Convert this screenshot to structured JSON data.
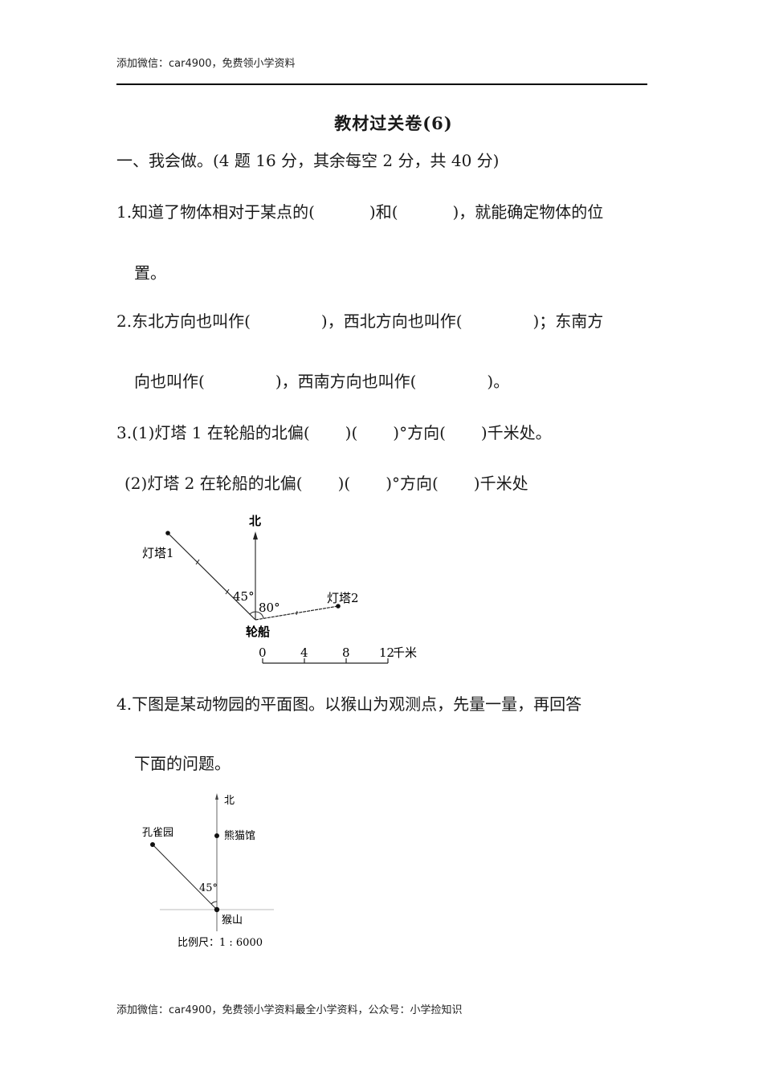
{
  "header": {
    "note": "添加微信：car4900，免费领小学资料"
  },
  "title": "教材过关卷(6)",
  "section": {
    "label": "一、我会做。(4 题 16 分，其余每空 2 分，共 40 分)"
  },
  "questions": {
    "q1": {
      "part_a": "1.知道了物体相对于某点的(",
      "part_b": ")和(",
      "part_c": ")，就能确定物体的位",
      "line2": "置。"
    },
    "q2": {
      "part_a": "2.东北方向也叫作(",
      "part_b": ")，西北方向也叫作(",
      "part_c": ")；东南方",
      "line2_a": "向也叫作(",
      "line2_b": ")，西南方向也叫作(",
      "line2_c": ")。"
    },
    "q3": {
      "sub1_a": "3.(1)灯塔 1 在轮船的北偏(",
      "sub1_b": ")(",
      "sub1_c": ")°方向(",
      "sub1_d": ")千米处。",
      "sub2_a": "(2)灯塔 2 在轮船的北偏(",
      "sub2_b": ")(",
      "sub2_c": ")°方向(",
      "sub2_d": ")千米处"
    },
    "q4": {
      "line1": "4.下图是某动物园的平面图。以猴山为观测点，先量一量，再回答",
      "line2": "下面的问题。"
    }
  },
  "diagram1": {
    "north_label": "北",
    "lighthouse1_label": "灯塔1",
    "lighthouse2_label": "灯塔2",
    "ship_label": "轮船",
    "angle1_label": "45°",
    "angle2_label": "80°",
    "scale_ticks": [
      "0",
      "4",
      "8",
      "12"
    ],
    "scale_unit": "千米"
  },
  "diagram2": {
    "north_label": "北",
    "peacock_label": "孔雀园",
    "panda_label": "熊猫馆",
    "monkey_label": "猴山",
    "angle_label": "45°",
    "scale_label": "比例尺：1 : 6000"
  },
  "footer": {
    "note": "添加微信：car4900，免费领小学资料最全小学资料，公众号：小学捡知识"
  }
}
